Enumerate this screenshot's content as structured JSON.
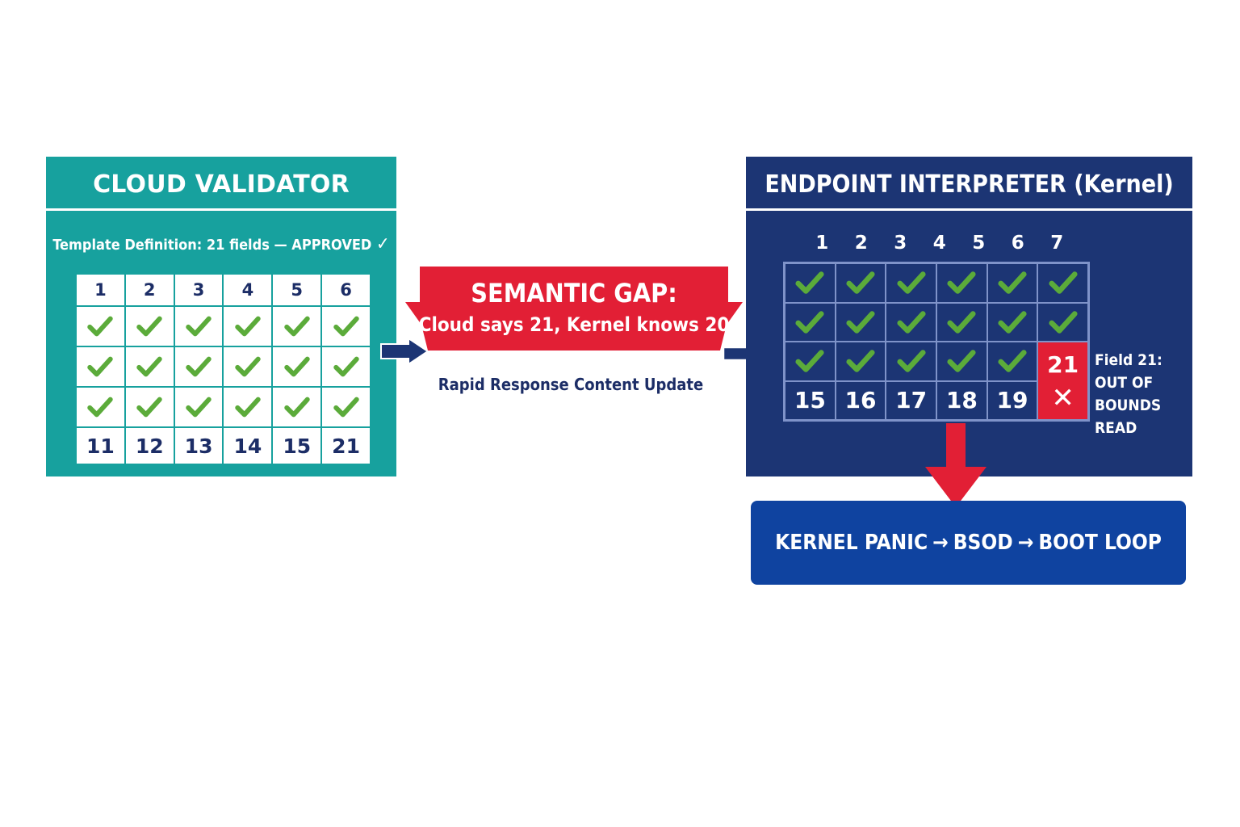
{
  "colors": {
    "cloud_panel": "#17a19e",
    "kernel_panel": "#1c3574",
    "gap_banner": "#e21f35",
    "panic_box": "#0f43a0",
    "check": "#5bab3a",
    "text_dark": "#1c2d66"
  },
  "cloud": {
    "title": "CLOUD VALIDATOR",
    "subtitle": "Template Definition: 21 fields — APPROVED",
    "subtitle_icon": "check-icon",
    "columns": [
      "1",
      "2",
      "3",
      "4",
      "5",
      "6"
    ],
    "check_rows": 3,
    "bottom_row": [
      "11",
      "12",
      "13",
      "14",
      "15",
      "21"
    ]
  },
  "gap": {
    "title": "SEMANTIC GAP:",
    "subtitle": "Cloud says 21, Kernel knows 20",
    "update_label": "Rapid Response Content Update"
  },
  "kernel": {
    "title": "ENDPOINT INTERPRETER (Kernel)",
    "columns": [
      "1",
      "2",
      "3",
      "4",
      "5",
      "6",
      "7"
    ],
    "check_rows": 2,
    "third_row_checks": 5,
    "bottom_row": [
      "15",
      "16",
      "17",
      "18",
      "19"
    ],
    "bad_field": "21",
    "bad_icon": "x-icon",
    "note": [
      "Field 21:",
      "OUT OF",
      "BOUNDS",
      "READ"
    ]
  },
  "outcome": {
    "steps": [
      "KERNEL PANIC",
      "BSOD",
      "BOOT LOOP"
    ],
    "separator": "→"
  }
}
